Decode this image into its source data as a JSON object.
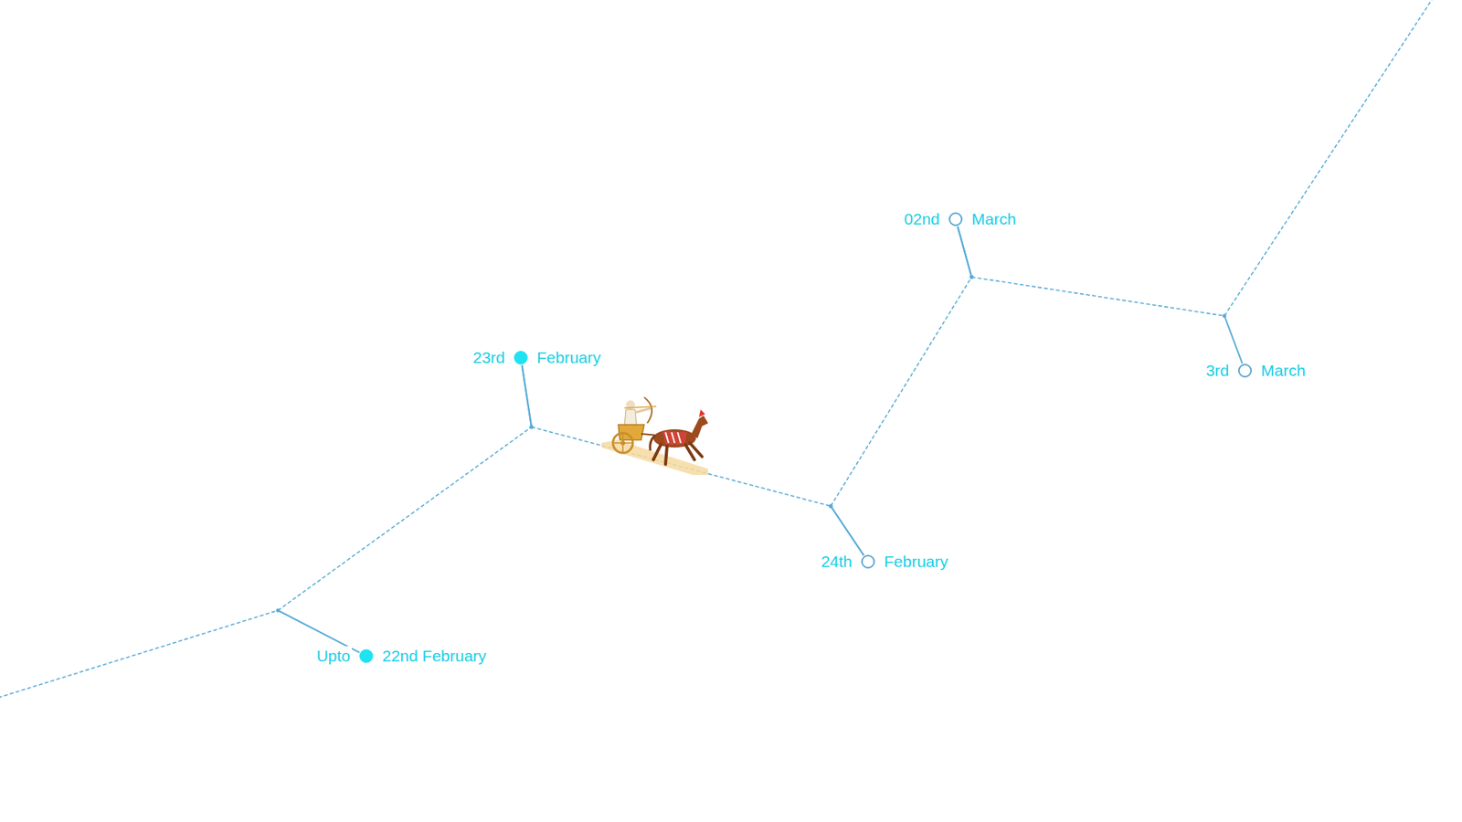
{
  "diagram": {
    "nodes": [
      {
        "text": [
          "Upto",
          "22nd February"
        ]
      },
      {
        "text": [
          "23rd",
          "February"
        ]
      },
      {
        "text": [
          "24th",
          "February"
        ]
      },
      {
        "text": [
          "02nd",
          "March"
        ]
      },
      {
        "text": [
          "3rd",
          "March"
        ]
      }
    ],
    "edges": [
      {
        "from": 0,
        "to": 1,
        "arrow": "none"
      },
      {
        "from": 1,
        "to": 2,
        "arrow": "none"
      },
      {
        "from": 2,
        "to": 3,
        "arrow": "none"
      },
      {
        "from": 3,
        "to": 4,
        "arrow": "none"
      }
    ]
  }
}
